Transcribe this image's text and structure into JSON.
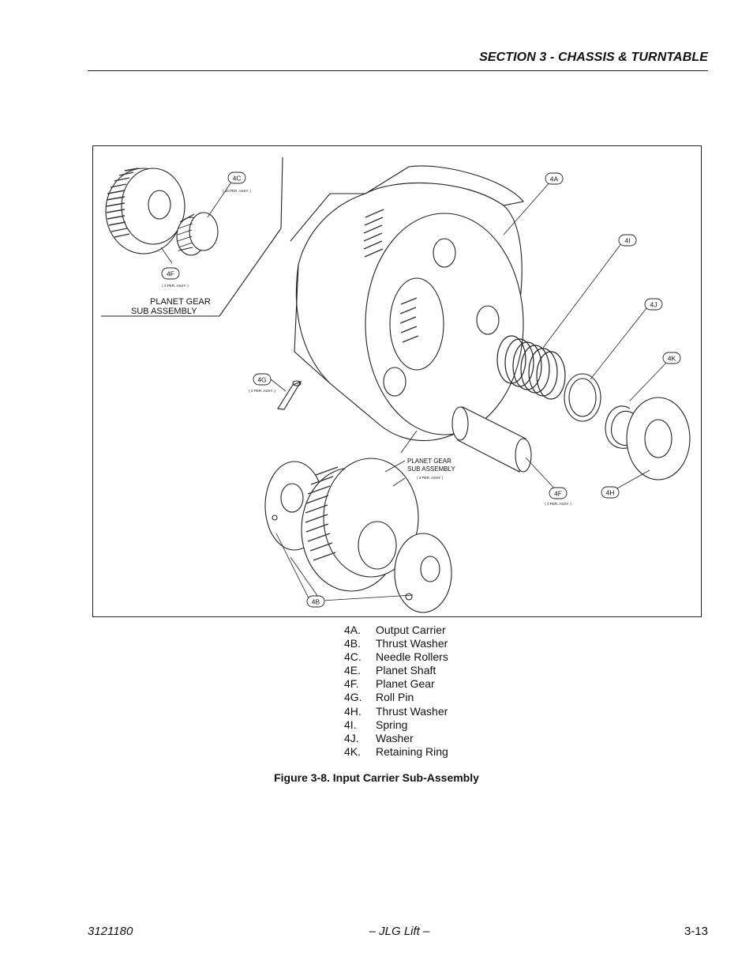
{
  "header": {
    "section_title": "SECTION 3 - CHASSIS & TURNTABLE"
  },
  "figure": {
    "callouts": {
      "4A": "4A",
      "4I": "4I",
      "4J": "4J",
      "4K": "4K",
      "4H": "4H",
      "4F_right": "4F",
      "4G": "4G",
      "4B": "4B",
      "4C": "4C",
      "4F_left": "4F"
    },
    "notes": {
      "per_assy_3": "( 3 PER. ASSY. )",
      "per_assy_48": "( 48 PER. ASSY. )",
      "planet_gear_sub_line1": "PLANET GEAR",
      "planet_gear_sub_line2": "SUB ASSEMBLY",
      "inset_line1": "PLANET GEAR",
      "inset_line2": "SUB ASSEMBLY"
    }
  },
  "legend": [
    {
      "code": "4A.",
      "label": "Output Carrier"
    },
    {
      "code": "4B.",
      "label": "Thrust Washer"
    },
    {
      "code": "4C.",
      "label": "Needle Rollers"
    },
    {
      "code": "4E.",
      "label": "Planet Shaft"
    },
    {
      "code": "4F.",
      "label": "Planet Gear"
    },
    {
      "code": "4G.",
      "label": "Roll Pin"
    },
    {
      "code": "4H.",
      "label": "Thrust Washer"
    },
    {
      "code": "4I.",
      "label": "Spring"
    },
    {
      "code": "4J.",
      "label": "Washer"
    },
    {
      "code": "4K.",
      "label": "Retaining Ring"
    }
  ],
  "caption": "Figure 3-8.  Input Carrier Sub-Assembly",
  "footer": {
    "doc_number": "3121180",
    "brand": "– JLG Lift –",
    "page_number": "3-13"
  }
}
